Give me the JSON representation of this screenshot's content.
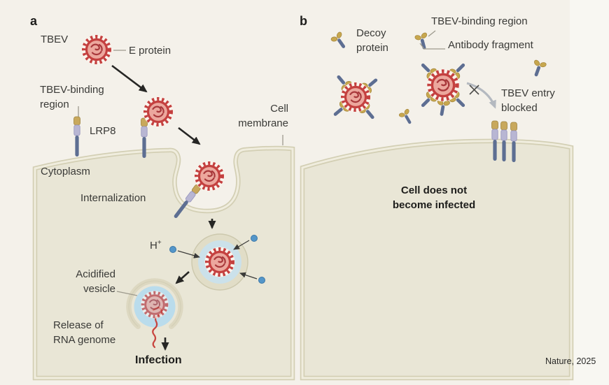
{
  "credit": "Nature, 2025",
  "panel_a": {
    "label": "a",
    "labels": {
      "tbev": "TBEV",
      "e_protein": "E protein",
      "tbev_binding_region": "TBEV-binding\nregion",
      "lrp8": "LRP8",
      "cell_membrane": "Cell\nmembrane",
      "cytoplasm": "Cytoplasm",
      "internalization": "Internalization",
      "h_base": "H",
      "h_sup": "+",
      "acidified_vesicle": "Acidified\nvesicle",
      "release_rna": "Release of\nRNA genome",
      "infection": "Infection"
    }
  },
  "panel_b": {
    "label": "b",
    "labels": {
      "decoy_protein": "Decoy\nprotein",
      "tbev_binding_region": "TBEV-binding region",
      "antibody_fragment": "Antibody fragment",
      "tbev_entry_blocked": "TBEV entry\nblocked",
      "cell_not_infected": "Cell does not\nbecome infected"
    }
  },
  "icons": {
    "virion": "tbev-virion",
    "receptor": "lrp8-receptor",
    "decoy": "antibody-fragment-decoy",
    "proton": "hydrogen-ion"
  },
  "colors": {
    "page_bg": "#f4f1ea",
    "cell_fill": "#e9e6d6",
    "membrane_stroke": "#d3cfb4",
    "membrane_inner": "#f0edde",
    "virus_red": "#c4403f",
    "virus_body": "#eca79d",
    "virus_rna": "#a8383b",
    "vesicle_ring": "#e1ddc7",
    "vesicle_fluid": "#cbe1ea",
    "vesicle_fluid2": "#badcec",
    "receptor_gold": "#c8a85c",
    "receptor_mid": "#b8b6d3",
    "receptor_stem": "#5d6e92",
    "decoy_gold": "#c7a74e",
    "proton_blue": "#5496c9",
    "arrow_dark": "#262624",
    "arrow_grey": "#b4b9c0",
    "pointer_grey": "#9d9a8d",
    "text": "#3a3a37",
    "text_bold": "#1d1d1b"
  }
}
